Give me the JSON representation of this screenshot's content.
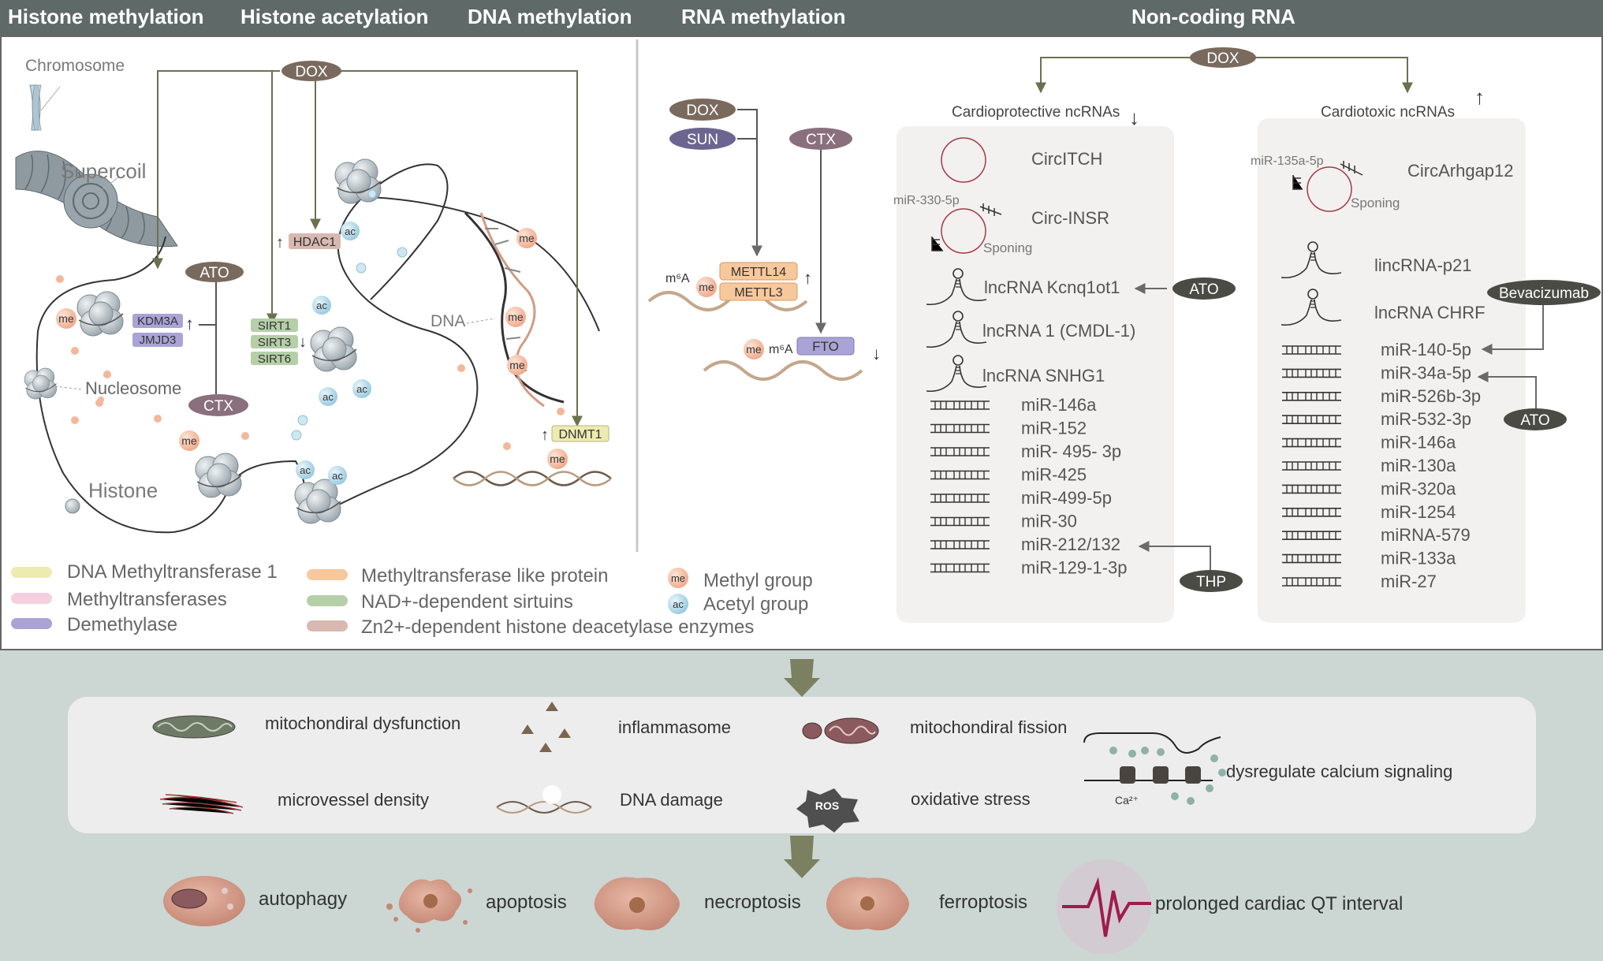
{
  "header": {
    "histone_methylation": "Histone methylation",
    "histone_acetylation": "Histone acetylation",
    "dna_methylation": "DNA methylation",
    "rna_methylation": "RNA methylation",
    "non_coding_rna": "Non-coding RNA"
  },
  "chromatin": {
    "chromosome": "Chromosome",
    "supercoil": "Supercoil",
    "nucleosome": "Nucleosome",
    "histone": "Histone",
    "dna": "DNA",
    "dox": "DOX",
    "ato": "ATO",
    "ctx": "CTX",
    "hdac1": "HDAC1",
    "kdm3a": "KDM3A",
    "jmjd3": "JMJD3",
    "sirt1": "SIRT1",
    "sirt3": "SIRT3",
    "sirt6": "SIRT6",
    "dnmt1": "DNMT1",
    "me": "me",
    "ac": "ac",
    "up_arrow": "↑",
    "down_arrow": "↓"
  },
  "legend": {
    "dnmt1": "DNA Methyltransferase 1",
    "methyltransferases": "Methyltransferases",
    "demethylase": "Demethylase",
    "mettl": "Methyltransferase like protein",
    "sirtuins": "NAD+-dependent sirtuins",
    "hdac": "Zn2+-dependent histone deacetylase enzymes",
    "methyl_group": "Methyl group",
    "acetyl_group": "Acetyl group",
    "colors": {
      "dnmt1": "#ecebb0",
      "methyltransferases": "#f5cfe0",
      "demethylase": "#a9a3d6",
      "mettl": "#f7c89b",
      "sirtuins": "#b5cfa8",
      "hdac": "#d8b8b0"
    }
  },
  "rna_methylation": {
    "dox": "DOX",
    "sun": "SUN",
    "ctx": "CTX",
    "m6a": "m⁶A",
    "me": "me",
    "mettl14": "METTL14",
    "mettl3": "METTL3",
    "fto": "FTO",
    "up_arrow": "↑",
    "down_arrow": "↓"
  },
  "ncrna": {
    "dox": "DOX",
    "cardioprotective": "Cardioprotective ncRNAs",
    "cardiotoxic": "Cardiotoxic ncRNAs",
    "circitch": "CircITCH",
    "mir330": "miR-330-5p",
    "circinsr": "Circ-INSR",
    "sponing": "Sponing",
    "kcnq1ot1": "lncRNA Kcnq1ot1",
    "cmdl1": "lncRNA 1 (CMDL-1)",
    "snhg1": "lncRNA SNHG1",
    "ato": "ATO",
    "thp": "THP",
    "left_mirs": [
      "miR-146a",
      "miR-152",
      "miR- 495- 3p",
      "miR-425",
      "miR-499-5p",
      "miR-30",
      "miR-212/132",
      "miR-129-1-3p"
    ],
    "mir135a": "miR-135a-5p",
    "circarhgap12": "CircArhgap12",
    "lincp21": "lincRNA-p21",
    "chrf": "lncRNA CHRF",
    "bevacizumab": "Bevacizumab",
    "right_mirs": [
      "miR-140-5p",
      "miR-34a-5p",
      "miR-526b-3p",
      "miR-532-3p",
      "miR-146a",
      "miR-130a",
      "miR-320a",
      "miR-1254",
      "miRNA-579",
      "miR-133a",
      "miR-27"
    ],
    "up_arrow": "↑",
    "down_arrow": "↓"
  },
  "effects": {
    "mito_dysfunction": "mitochondiral dysfunction",
    "inflammasome": "inflammasome",
    "mito_fission": "mitochondiral fission",
    "calcium": "dysregulate calcium signaling",
    "microvessel": "microvessel density",
    "dna_damage": "DNA damage",
    "ros": "ROS",
    "oxidative": "oxidative stress",
    "ca": "Ca²⁺"
  },
  "outcomes": {
    "autophagy": "autophagy",
    "apoptosis": "apoptosis",
    "necroptosis": "necroptosis",
    "ferroptosis": "ferroptosis",
    "qt": "prolonged cardiac QT interval"
  }
}
